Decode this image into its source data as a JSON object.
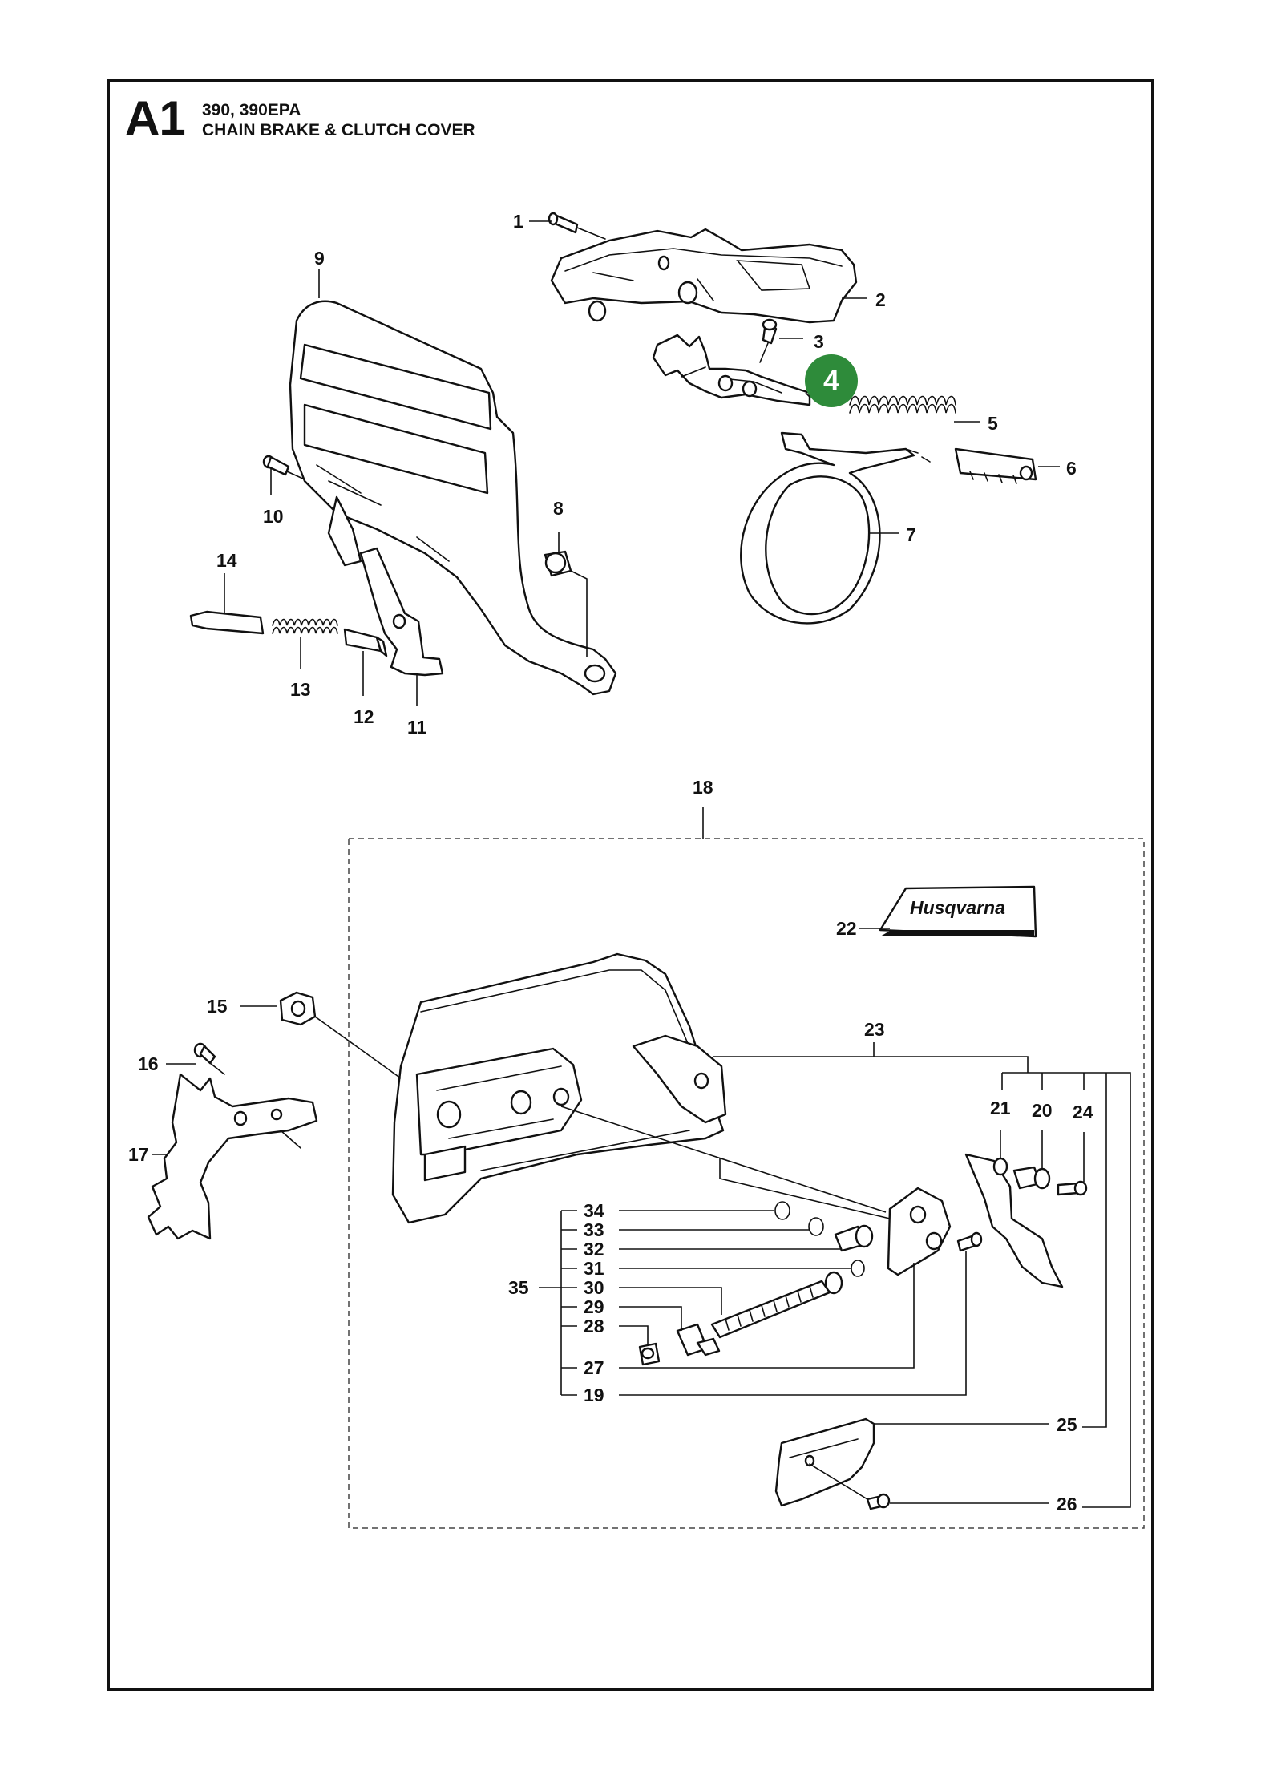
{
  "header": {
    "code": "A1",
    "model": "390, 390EPA",
    "title": "CHAIN BRAKE & CLUTCH COVER"
  },
  "highlight": {
    "label": "4",
    "color": "#2e8b3a"
  },
  "decal_text": "Husqvarna",
  "colors": {
    "line": "#111111",
    "background": "#ffffff"
  },
  "part_labels": {
    "p1": "1",
    "p2": "2",
    "p3": "3",
    "p5": "5",
    "p6": "6",
    "p7": "7",
    "p8": "8",
    "p9": "9",
    "p10": "10",
    "p11": "11",
    "p12": "12",
    "p13": "13",
    "p14": "14",
    "p15": "15",
    "p16": "16",
    "p17": "17",
    "p18": "18",
    "p19": "19",
    "p20": "20",
    "p21": "21",
    "p22": "22",
    "p23": "23",
    "p24": "24",
    "p25": "25",
    "p26": "26",
    "p27": "27",
    "p28": "28",
    "p29": "29",
    "p30": "30",
    "p31": "31",
    "p32": "32",
    "p33": "33",
    "p34": "34",
    "p35": "35"
  }
}
